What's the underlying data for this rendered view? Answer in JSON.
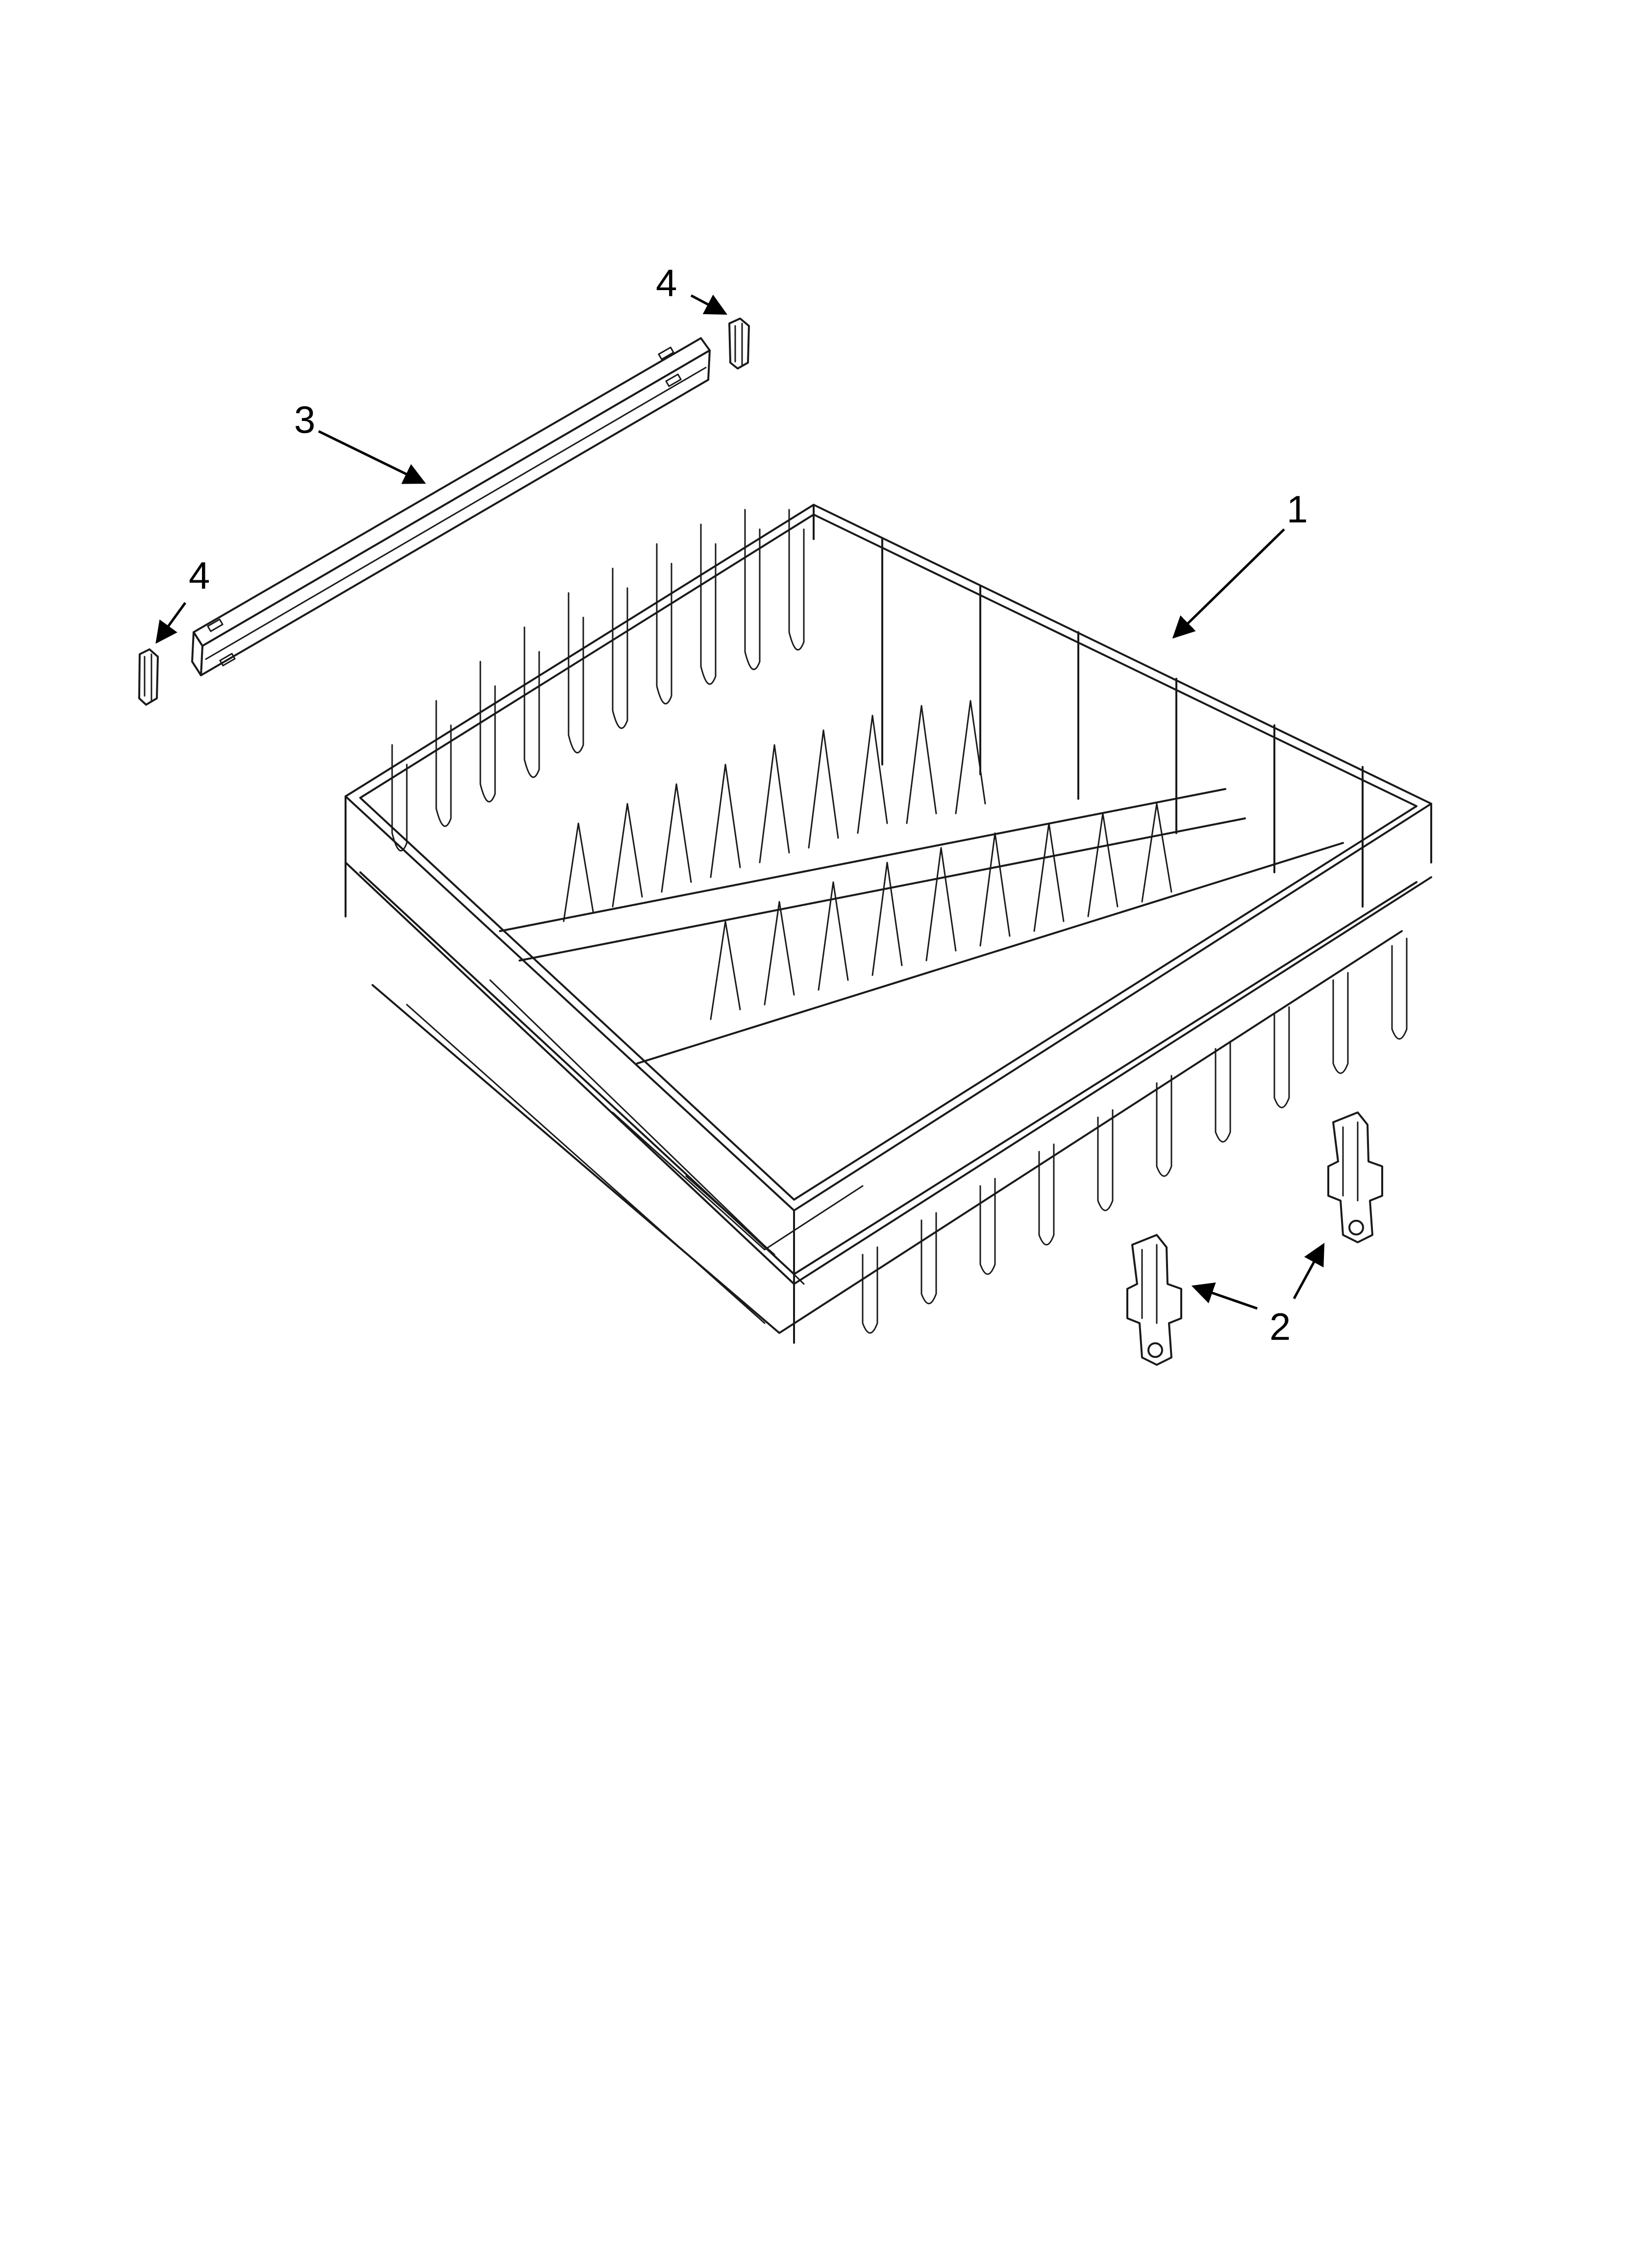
{
  "callouts": {
    "rack": "1",
    "adjuster_right": "2",
    "track": "3",
    "stop_top": "4",
    "stop_left": "4"
  },
  "colors": {
    "line": "#1a1a1a",
    "background": "#ffffff"
  }
}
